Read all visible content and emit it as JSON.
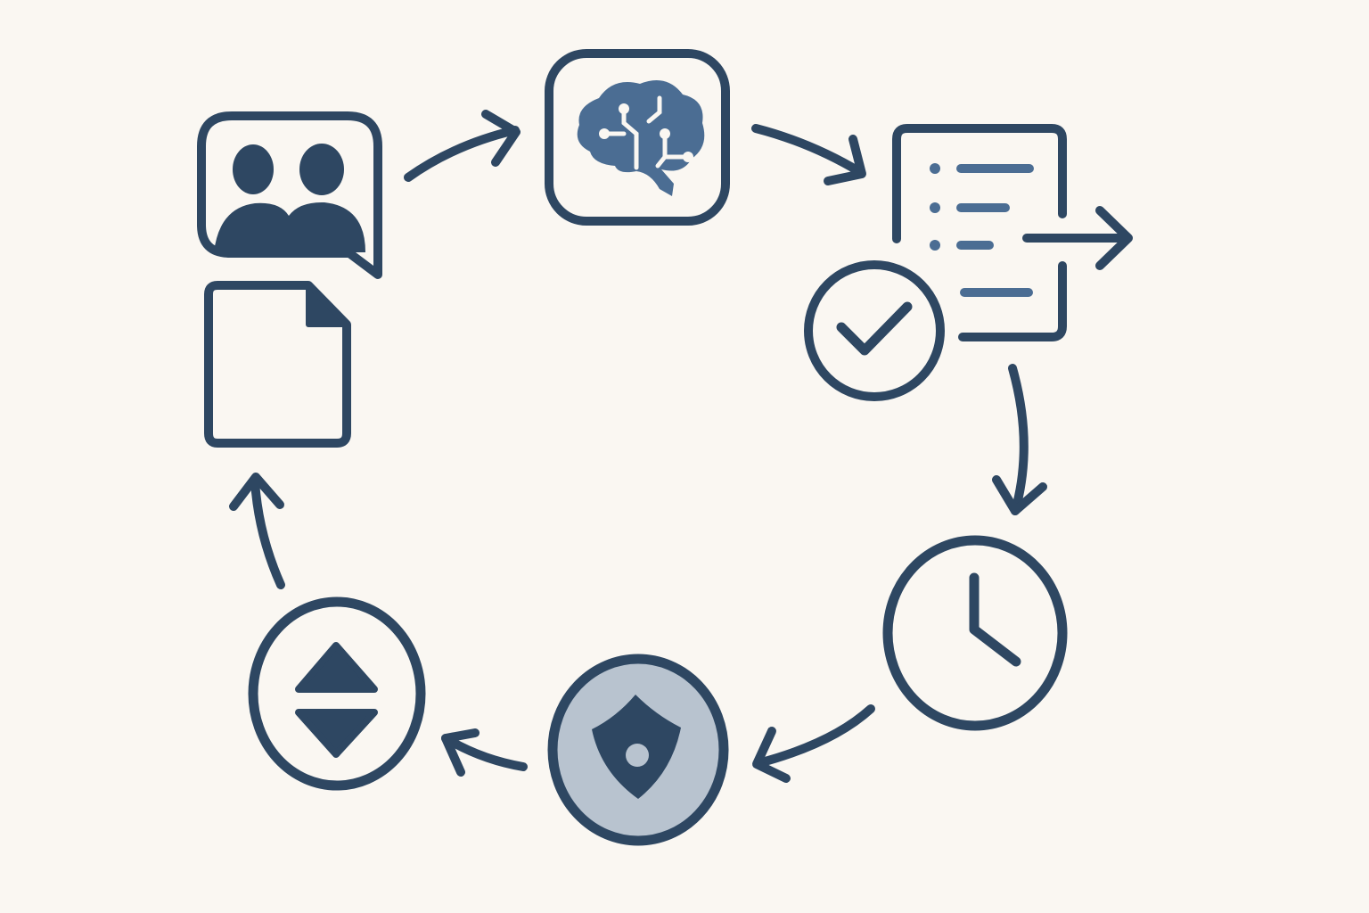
{
  "diagram": {
    "type": "cycle",
    "steps": [
      {
        "id": "discussion",
        "icon": "people-chat-icon"
      },
      {
        "id": "ai-processing",
        "icon": "brain-circuit-icon"
      },
      {
        "id": "checklist-approved",
        "icon": "checklist-check-export-icon"
      },
      {
        "id": "wait",
        "icon": "clock-icon"
      },
      {
        "id": "target",
        "icon": "eye-target-icon"
      },
      {
        "id": "adjust",
        "icon": "up-down-icon"
      },
      {
        "id": "document",
        "icon": "blank-document-icon"
      }
    ],
    "flow": [
      {
        "from": "discussion",
        "to": "ai-processing"
      },
      {
        "from": "ai-processing",
        "to": "checklist-approved"
      },
      {
        "from": "checklist-approved",
        "to": "wait"
      },
      {
        "from": "wait",
        "to": "target"
      },
      {
        "from": "target",
        "to": "adjust"
      },
      {
        "from": "adjust",
        "to": "document"
      }
    ]
  },
  "colors": {
    "background": "#faf7f2",
    "stroke": "#2e4762",
    "accent": "#4b6d93",
    "soft_fill": "#b8c3cf"
  }
}
